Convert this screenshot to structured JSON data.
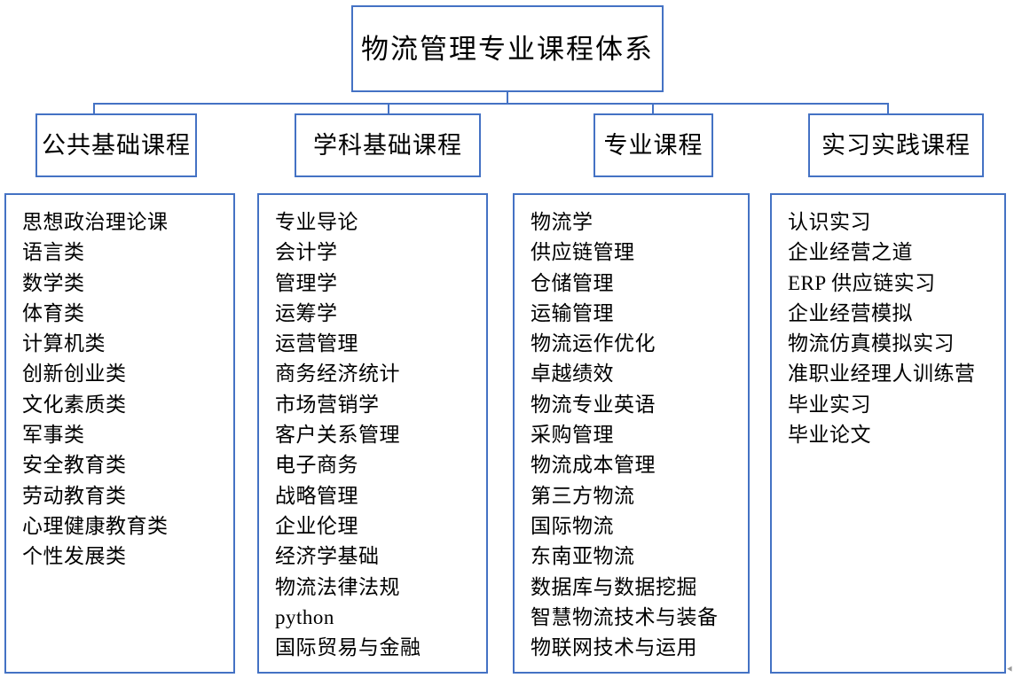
{
  "diagram": {
    "type": "org-chart",
    "title": "物流管理专业课程体系",
    "accent_color": "#4472C4",
    "background_color": "#FFFFFF",
    "text_color": "#000000",
    "categories": [
      {
        "header": "公共基础课程",
        "courses": [
          "思想政治理论课",
          "语言类",
          "数学类",
          "体育类",
          "计算机类",
          "创新创业类",
          "文化素质类",
          "军事类",
          "安全教育类",
          "劳动教育类",
          "心理健康教育类",
          "个性发展类"
        ]
      },
      {
        "header": "学科基础课程",
        "courses": [
          "专业导论",
          "会计学",
          "管理学",
          "运筹学",
          "运营管理",
          "商务经济统计",
          "市场营销学",
          "客户关系管理",
          "电子商务",
          "战略管理",
          "企业伦理",
          "经济学基础",
          "物流法律法规",
          "python",
          "国际贸易与金融"
        ]
      },
      {
        "header": "专业课程",
        "courses": [
          "物流学",
          "供应链管理",
          "仓储管理",
          "运输管理",
          "物流运作优化",
          "卓越绩效",
          "物流专业英语",
          "采购管理",
          "物流成本管理",
          "第三方物流",
          "国际物流",
          "东南亚物流",
          "数据库与数据挖掘",
          "智慧物流技术与装备",
          "物联网技术与运用"
        ]
      },
      {
        "header": "实习实践课程",
        "courses": [
          "认识实习",
          "企业经营之道",
          "ERP 供应链实习",
          "企业经营模拟",
          "物流仿真模拟实习",
          "准职业经理人训练营",
          "毕业实习",
          "毕业论文"
        ]
      }
    ],
    "artifact": "⯇"
  }
}
